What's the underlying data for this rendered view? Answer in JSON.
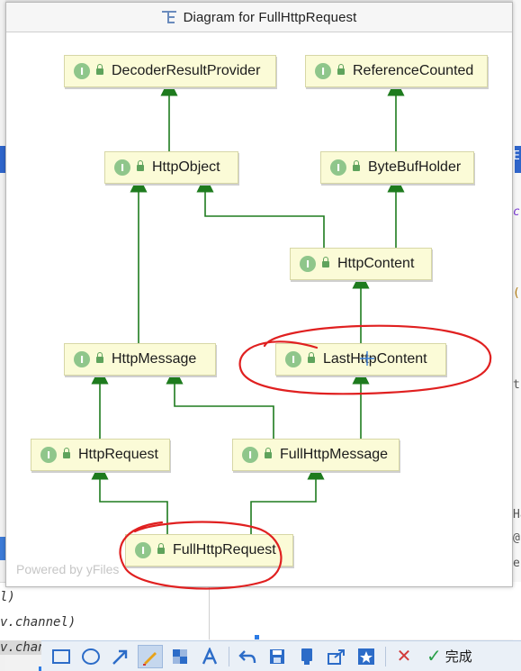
{
  "popup": {
    "title": "Diagram for FullHttpRequest",
    "watermark": "Powered by yFiles"
  },
  "nodes": [
    {
      "id": "decoder-result-provider",
      "label": "DecoderResultProvider",
      "badge": "I"
    },
    {
      "id": "reference-counted",
      "label": "ReferenceCounted",
      "badge": "I"
    },
    {
      "id": "http-object",
      "label": "HttpObject",
      "badge": "I"
    },
    {
      "id": "byte-buf-holder",
      "label": "ByteBufHolder",
      "badge": "I"
    },
    {
      "id": "http-content",
      "label": "HttpContent",
      "badge": "I"
    },
    {
      "id": "http-message",
      "label": "HttpMessage",
      "badge": "I"
    },
    {
      "id": "last-http-content",
      "label": "LastHttpContent",
      "badge": "I"
    },
    {
      "id": "http-request",
      "label": "HttpRequest",
      "badge": "I"
    },
    {
      "id": "full-http-message",
      "label": "FullHttpMessage",
      "badge": "I"
    },
    {
      "id": "full-http-request",
      "label": "FullHttpRequest",
      "badge": "I"
    }
  ],
  "edges": [
    {
      "from": "HttpObject",
      "to": "DecoderResultProvider"
    },
    {
      "from": "ByteBufHolder",
      "to": "ReferenceCounted"
    },
    {
      "from": "HttpContent",
      "to": "HttpObject"
    },
    {
      "from": "HttpContent",
      "to": "ByteBufHolder"
    },
    {
      "from": "HttpMessage",
      "to": "HttpObject"
    },
    {
      "from": "LastHttpContent",
      "to": "HttpContent"
    },
    {
      "from": "HttpRequest",
      "to": "HttpMessage"
    },
    {
      "from": "FullHttpMessage",
      "to": "HttpMessage"
    },
    {
      "from": "FullHttpMessage",
      "to": "LastHttpContent"
    },
    {
      "from": "FullHttpRequest",
      "to": "HttpRequest"
    },
    {
      "from": "FullHttpRequest",
      "to": "FullHttpMessage"
    }
  ],
  "colors": {
    "node_fill": "#fbfbd7",
    "edge": "#1e7b1e",
    "badge": "#8fc68b",
    "annotation": "#e02020"
  },
  "background": {
    "code_line_1": "l)",
    "code_line_2": "v.channel)",
    "code_line_3": "v.chann",
    "right_gutter": [
      "E",
      "c",
      "(",
      "t",
      "Ha",
      "@",
      "e"
    ]
  },
  "toolbar": {
    "done_label": "完成",
    "tools": [
      "rectangle-tool",
      "ellipse-tool",
      "arrow-tool",
      "pen-tool",
      "mosaic-tool",
      "text-tool",
      "undo",
      "save",
      "pin",
      "share",
      "sticker",
      "cancel",
      "done"
    ]
  }
}
